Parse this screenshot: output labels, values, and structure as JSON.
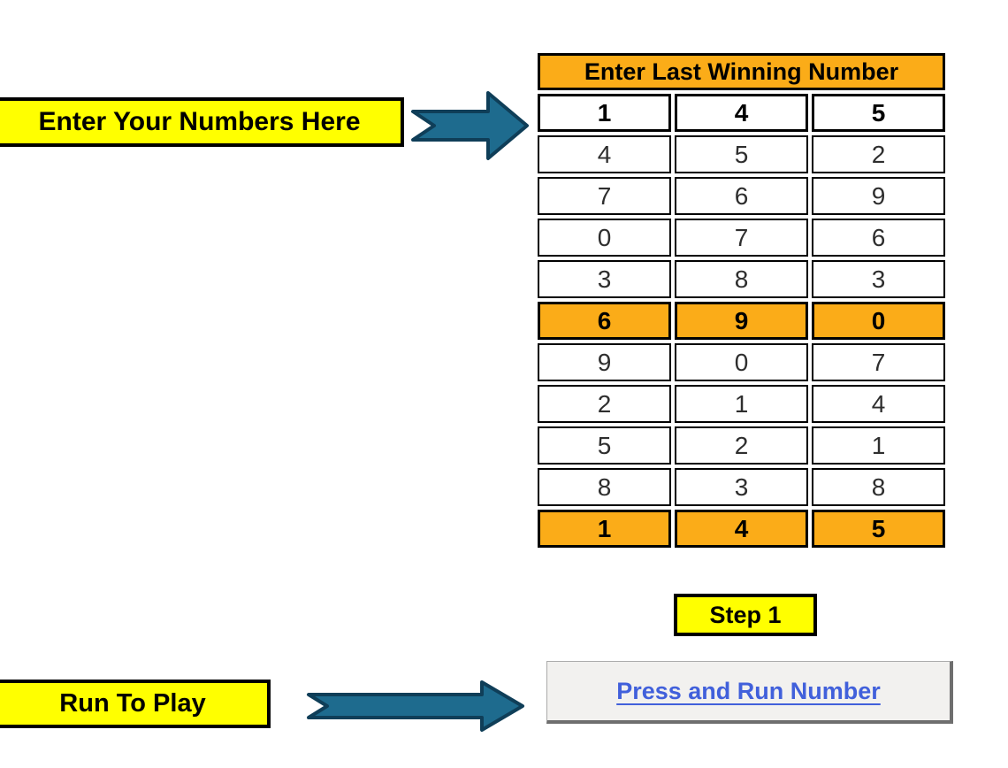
{
  "labels": {
    "enter_numbers": "Enter Your Numbers Here",
    "run_to_play": "Run To Play",
    "step": "Step 1"
  },
  "table": {
    "title": "Enter Last Winning Number",
    "columns": 3,
    "rows": [
      {
        "cells": [
          "1",
          "4",
          "5"
        ],
        "style": "entry"
      },
      {
        "cells": [
          "4",
          "5",
          "2"
        ],
        "style": "normal"
      },
      {
        "cells": [
          "7",
          "6",
          "9"
        ],
        "style": "normal"
      },
      {
        "cells": [
          "0",
          "7",
          "6"
        ],
        "style": "normal"
      },
      {
        "cells": [
          "3",
          "8",
          "3"
        ],
        "style": "normal"
      },
      {
        "cells": [
          "6",
          "9",
          "0"
        ],
        "style": "highlight"
      },
      {
        "cells": [
          "9",
          "0",
          "7"
        ],
        "style": "normal"
      },
      {
        "cells": [
          "2",
          "1",
          "4"
        ],
        "style": "normal"
      },
      {
        "cells": [
          "5",
          "2",
          "1"
        ],
        "style": "normal"
      },
      {
        "cells": [
          "8",
          "3",
          "8"
        ],
        "style": "normal"
      },
      {
        "cells": [
          "1",
          "4",
          "5"
        ],
        "style": "highlight"
      }
    ]
  },
  "button": {
    "label": "Press and Run Number"
  },
  "icons": {
    "arrow_top": "right-arrow",
    "arrow_bottom": "right-arrow"
  },
  "colors": {
    "label_yellow": "#FFFF00",
    "highlight_orange": "#FBAC18",
    "arrow_fill": "#1E6B8E",
    "arrow_stroke": "#0F3E58",
    "link_blue": "#4160DB",
    "button_bg": "#F2F1EF",
    "button_shadow": "#6E6E6E"
  }
}
